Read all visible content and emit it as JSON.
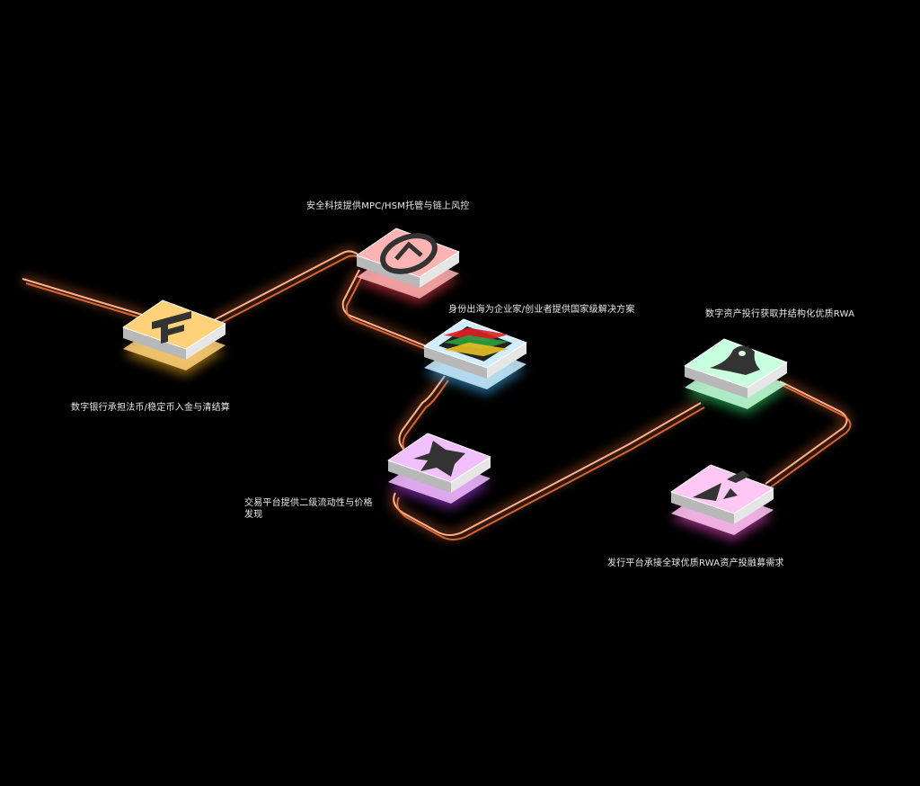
{
  "nodes": [
    {
      "id": "digital-bank",
      "label": "数字银行承担法币/稳定币入金与清结算",
      "color": "#ffd27a",
      "glow": "#ffb020",
      "icon": "currency-icon"
    },
    {
      "id": "security-tech",
      "label": "安全科技提供MPC/HSM托管与链上风控",
      "color": "#ffb4b4",
      "glow": "#ff4050",
      "icon": "shield-icon"
    },
    {
      "id": "identity",
      "label": "身份出海为企业家/创业者提供国家级解决方案",
      "color": "#cfeeff",
      "glow": "#40b8ff",
      "icon": "flag-icon"
    },
    {
      "id": "exchange",
      "label_line1": "交易平台提供二级流动性与价格",
      "label_line2": "发现",
      "color": "#f2c0ff",
      "glow": "#c040ff",
      "icon": "star-burst-icon"
    },
    {
      "id": "investment-bank",
      "label": "数字资产投行获取并结构化优质RWA",
      "color": "#c8ffdc",
      "glow": "#30e070",
      "icon": "rocket-icon"
    },
    {
      "id": "issuance",
      "label": "发行平台承接全球优质RWA资产投融募需求",
      "color": "#ffc8f4",
      "glow": "#ff50d8",
      "icon": "mountain-flag-icon"
    }
  ],
  "connector_color": "#ff7a3c"
}
